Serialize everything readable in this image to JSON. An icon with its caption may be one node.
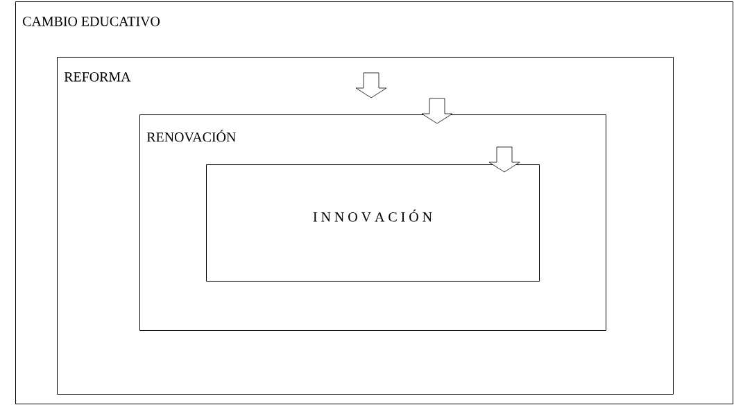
{
  "diagram": {
    "nodes": [
      {
        "text": [
          "CAMBIO  EDUCATIVO"
        ]
      },
      {
        "text": [
          "REFORMA"
        ],
        "in": 0
      },
      {
        "text": [
          "RENOVACIÓN"
        ],
        "in": 1
      },
      {
        "text": [
          "I N N O V A C I Ó N"
        ],
        "in": 2
      }
    ]
  }
}
